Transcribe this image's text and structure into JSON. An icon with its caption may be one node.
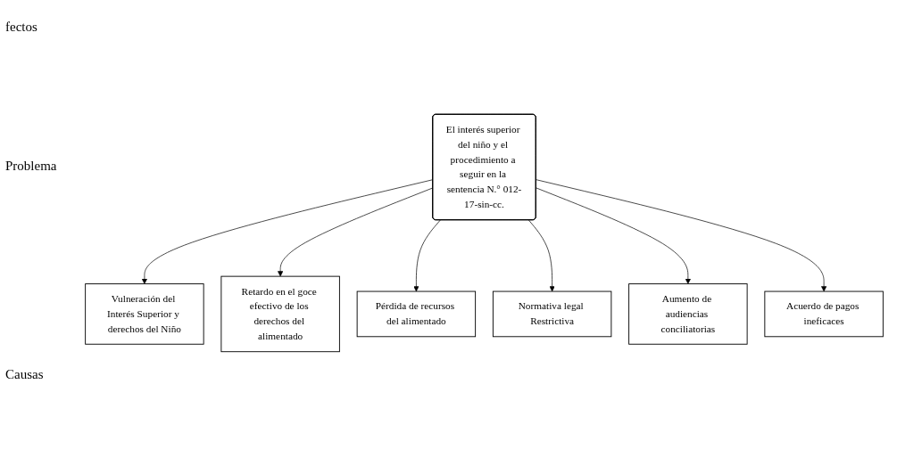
{
  "diagram": {
    "nodes": [
      {
        "text": [
          "Vulneración del Interés Superior y derechos del Niño"
        ]
      },
      {
        "text": [
          "Pérdida de recursos del alimentado"
        ]
      },
      {
        "text": [
          "Retardo en el goce efectivo de los derechos del alimentado"
        ]
      },
      {
        "text": [
          "El interés superior del niño y el procedimiento a seguir en la sentencia N.° 012-17-sin-cc."
        ]
      },
      {
        "text": [
          "Aumento de audiencias conciliatorias"
        ]
      },
      {
        "text": [
          "Normativa legal Restrictiva"
        ]
      },
      {
        "text": [
          "Acuerdo de pagos ineficaces"
        ]
      }
    ],
    "edges": [
      {
        "from": 3,
        "to": 0,
        "arrow": "to"
      },
      {
        "from": 3,
        "to": 2,
        "arrow": "to"
      },
      {
        "from": 3,
        "to": 1,
        "arrow": "to"
      },
      {
        "from": 3,
        "to": 5,
        "arrow": "to"
      },
      {
        "from": 3,
        "to": 4,
        "arrow": "to"
      },
      {
        "from": 3,
        "to": 6,
        "arrow": "to"
      }
    ],
    "labels": [
      "fectos",
      "Problema",
      "Causas"
    ]
  }
}
